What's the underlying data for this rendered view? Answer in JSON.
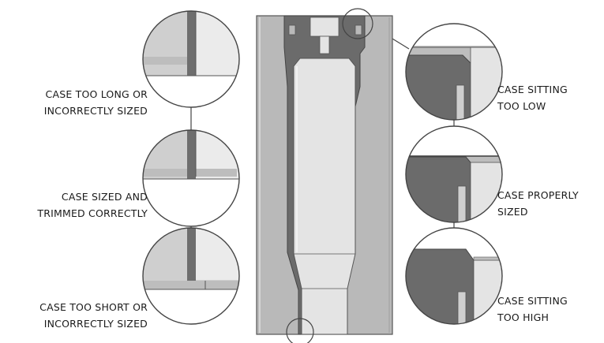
{
  "labels": {
    "case_too_long": [
      "CASE TOO LONG OR",
      "INCORRECTLY SIZED"
    ],
    "case_sized_correctly": [
      "CASE SIZED AND",
      "TRIMMED CORRECTLY"
    ],
    "case_too_short": [
      "CASE TOO SHORT OR",
      "INCORRECTLY SIZED"
    ],
    "case_sitting_too_low": [
      "CASE SITTING",
      "TOO LOW"
    ],
    "case_properly_sized": [
      "CASE PROPERLY",
      "SIZED"
    ],
    "case_sitting_too_high": [
      "CASE SITTING",
      "TOO HIGH"
    ]
  },
  "colors": {
    "die_body": "#b9b9b9",
    "die_outline": "#555555",
    "chamber_dark": "#6b6b6b",
    "case_light": "#e4e4e4",
    "shoulder_gray": "#c8c8c8",
    "text": "#1a1a1a"
  }
}
